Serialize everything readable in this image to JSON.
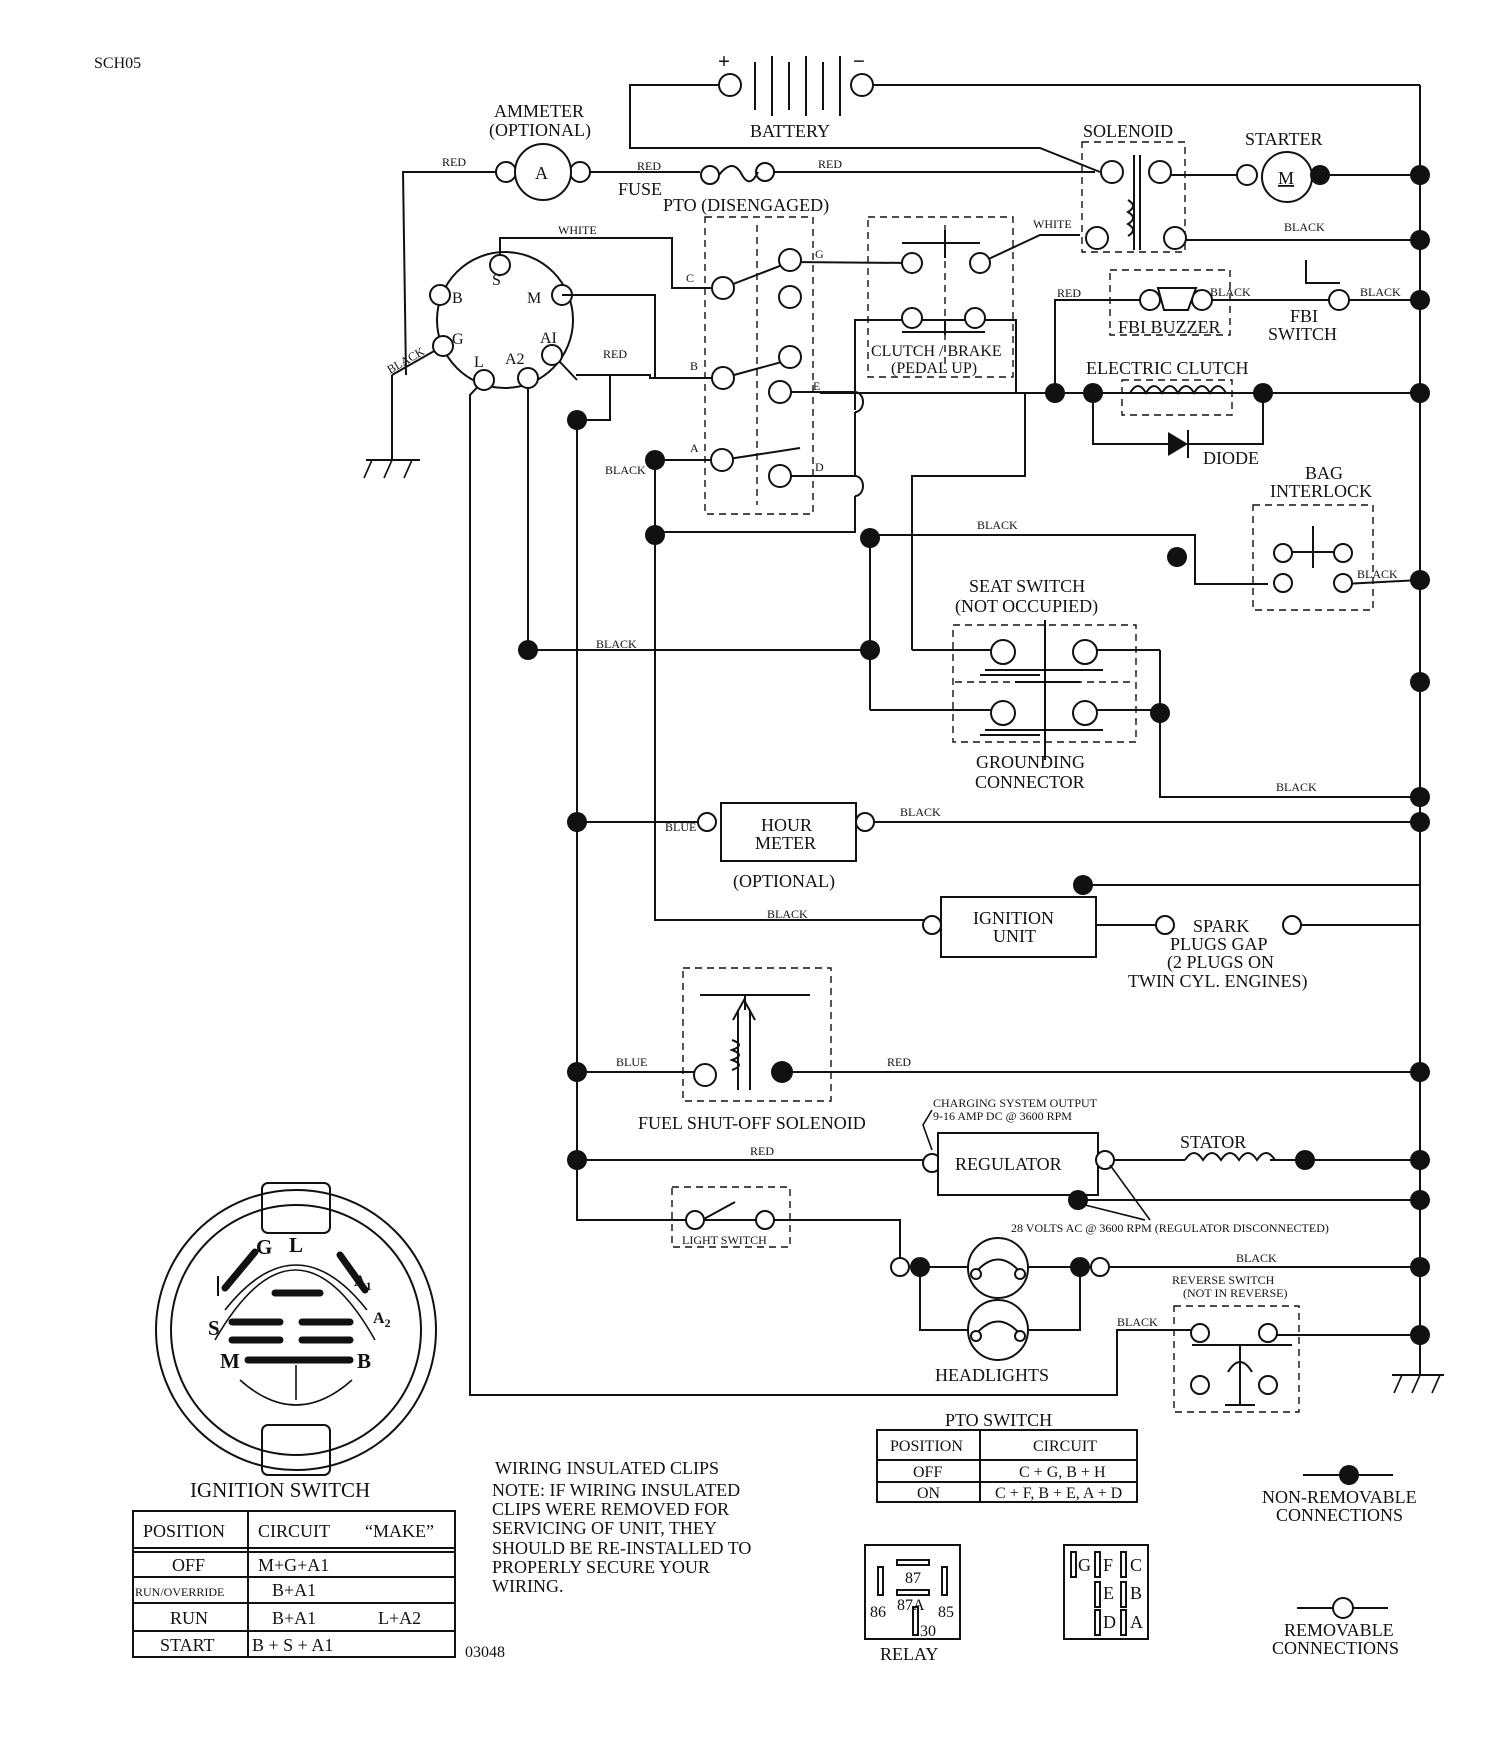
{
  "doc_code": "SCH05",
  "drawing_number": "03048",
  "components": {
    "battery": "BATTERY",
    "plus": "+",
    "minus": "−",
    "ammeter": "AMMETER",
    "ammeter_opt": "(OPTIONAL)",
    "ammeter_symbol": "A",
    "fuse": "FUSE",
    "solenoid": "SOLENOID",
    "starter": "STARTER",
    "starter_symbol": "M",
    "pto": "PTO (DISENGAGED)",
    "clutch_brake_1": "CLUTCH / BRAKE",
    "clutch_brake_2": "(PEDAL UP)",
    "fbi_buzzer": "FBI BUZZER",
    "fbi_switch_1": "FBI",
    "fbi_switch_2": "SWITCH",
    "electric_clutch": "ELECTRIC CLUTCH",
    "diode": "DIODE",
    "bag_interlock_1": "BAG",
    "bag_interlock_2": "INTERLOCK",
    "seat_switch_1": "SEAT SWITCH",
    "seat_switch_2": "(NOT OCCUPIED)",
    "grounding_1": "GROUNDING",
    "grounding_2": "CONNECTOR",
    "hour_meter_1": "HOUR",
    "hour_meter_2": "METER",
    "hour_meter_opt": "(OPTIONAL)",
    "ignition_unit_1": "IGNITION",
    "ignition_unit_2": "UNIT",
    "spark_1": "SPARK",
    "spark_2": "PLUGS GAP",
    "spark_3": "(2 PLUGS ON",
    "spark_4": "TWIN CYL. ENGINES)",
    "fuel_solenoid": "FUEL SHUT-OFF SOLENOID",
    "charging_1": "CHARGING SYSTEM OUTPUT",
    "charging_2": "9-16 AMP DC @ 3600 RPM",
    "regulator": "REGULATOR",
    "stator": "STATOR",
    "volts_ac": "28 VOLTS AC @ 3600 RPM (REGULATOR DISCONNECTED)",
    "light_switch": "LIGHT SWITCH",
    "headlights": "HEADLIGHTS",
    "reverse_1": "REVERSE SWITCH",
    "reverse_2": "(NOT IN REVERSE)"
  },
  "terminals": {
    "ign_b": "B",
    "ign_s": "S",
    "ign_m": "M",
    "ign_g": "G",
    "ign_l": "L",
    "ign_a2": "A2",
    "ign_a1": "AI",
    "pto_c": "C",
    "pto_b": "B",
    "pto_a": "A",
    "pto_g": "G",
    "pto_e": "E",
    "pto_d": "D"
  },
  "wires": {
    "red": "RED",
    "white": "WHITE",
    "black": "BLACK",
    "blue": "BLUE"
  },
  "ignition_switch": {
    "title": "IGNITION SWITCH",
    "face_letters": {
      "g": "G",
      "l": "L",
      "a1": "A",
      "a1_sub": "1",
      "s": "S",
      "a2": "A",
      "a2_sub": "2",
      "m": "M",
      "b": "B"
    },
    "headers": [
      "POSITION",
      "CIRCUIT",
      "“MAKE”"
    ],
    "rows": [
      {
        "position": "OFF",
        "circuit": "M+G+A1",
        "make": ""
      },
      {
        "position": "RUN/OVERRIDE",
        "circuit": "B+A1",
        "make": ""
      },
      {
        "position": "RUN",
        "circuit": "B+A1",
        "make": "L+A2"
      },
      {
        "position": "START",
        "circuit": "B + S + A1",
        "make": ""
      }
    ]
  },
  "pto_switch": {
    "title": "PTO SWITCH",
    "headers": [
      "POSITION",
      "CIRCUIT"
    ],
    "rows": [
      {
        "position": "OFF",
        "circuit": "C + G, B + H"
      },
      {
        "position": "ON",
        "circuit": "C + F, B + E, A + D"
      }
    ]
  },
  "note": {
    "title": "WIRING INSULATED CLIPS",
    "lines": [
      "NOTE:  IF WIRING INSULATED",
      "CLIPS WERE REMOVED FOR",
      "SERVICING OF UNIT, THEY",
      "SHOULD BE RE-INSTALLED TO",
      "PROPERLY SECURE YOUR",
      "WIRING."
    ]
  },
  "relay": {
    "title": "RELAY",
    "pins": [
      "87",
      "87A",
      "86",
      "85",
      "30"
    ]
  },
  "pto_connector": {
    "letters": [
      "G",
      "F",
      "C",
      "E",
      "B",
      "D",
      "A"
    ]
  },
  "legend": {
    "non_removable_1": "NON-REMOVABLE",
    "non_removable_2": "CONNECTIONS",
    "removable_1": "REMOVABLE",
    "removable_2": "CONNECTIONS"
  }
}
